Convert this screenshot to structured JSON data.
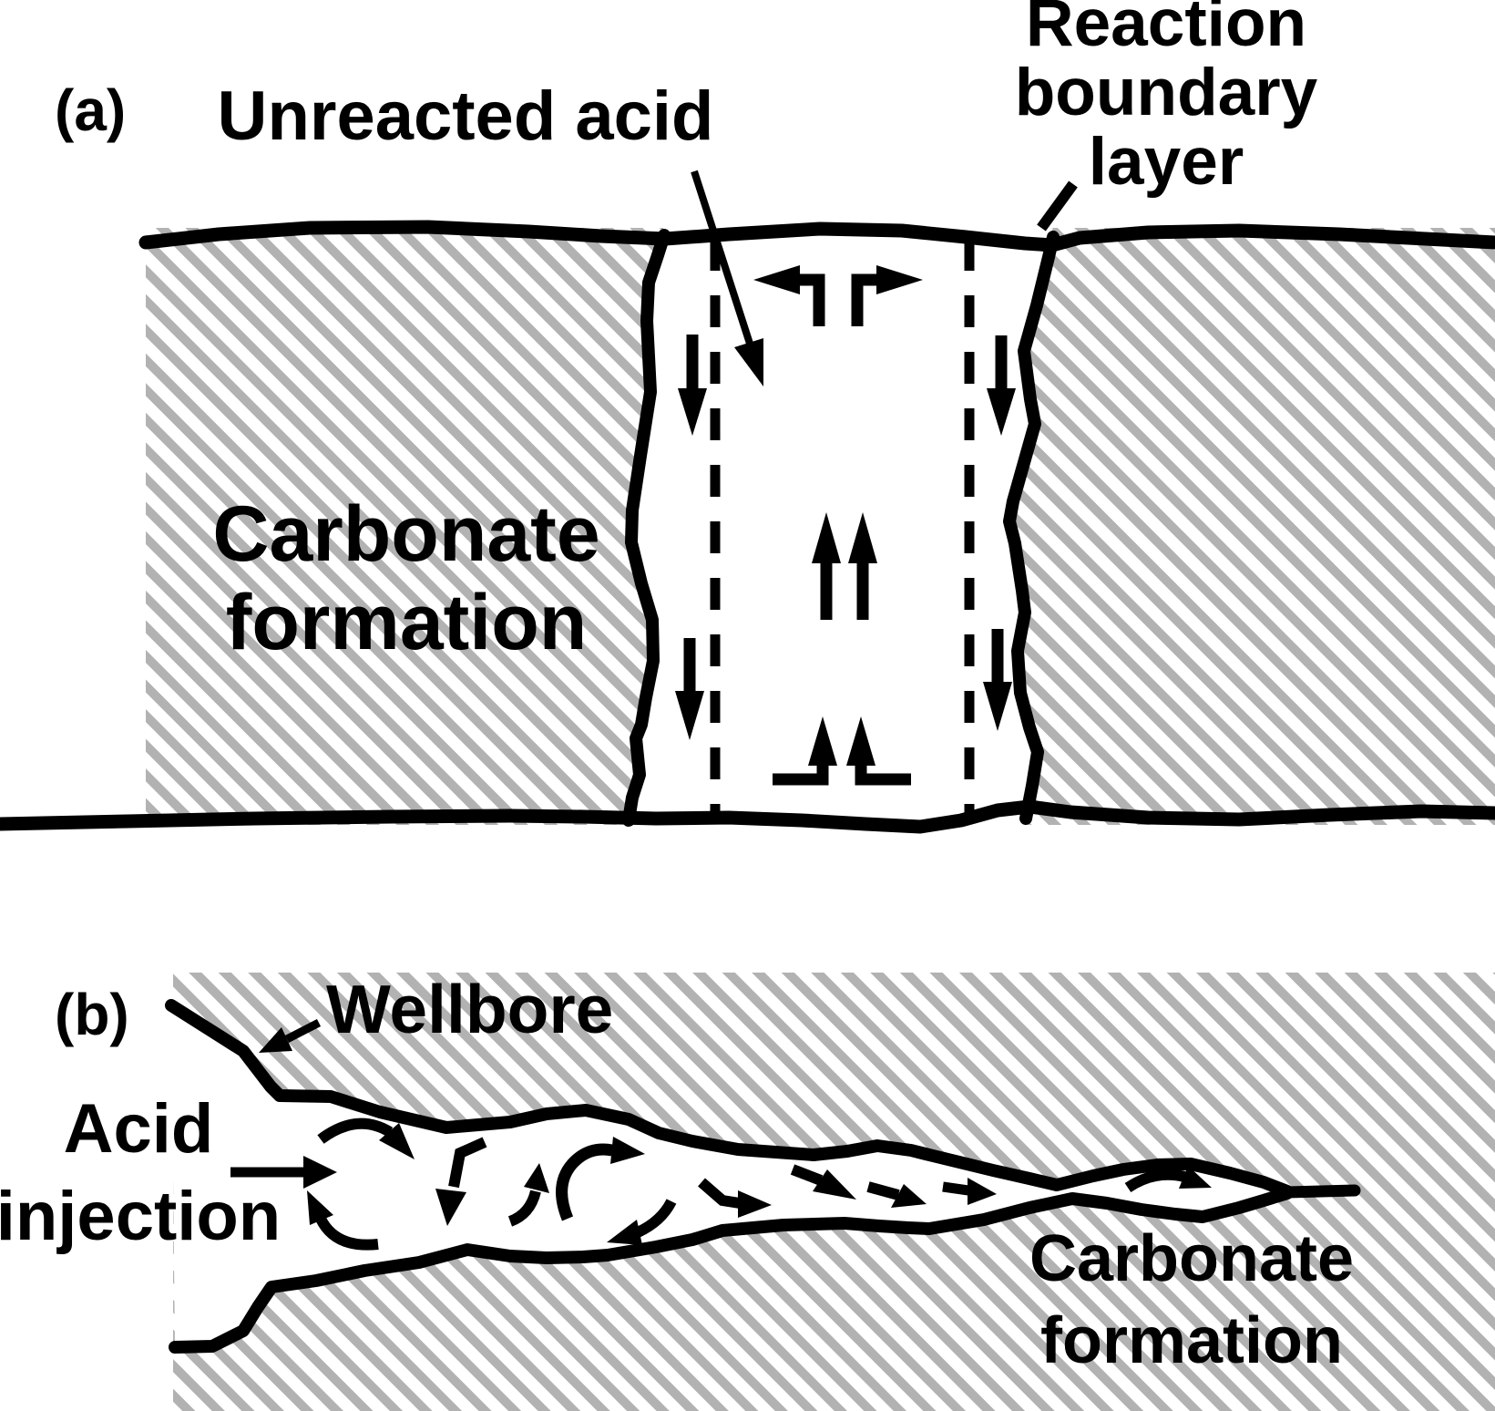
{
  "panel_a": {
    "label": "(a)",
    "unreacted_acid_label": "Unreacted acid",
    "reaction_boundary_label": "Reaction\nboundary\nlayer",
    "carbonate_label": "Carbonate\nformation"
  },
  "panel_b": {
    "label": "(b)",
    "wellbore_label": "Wellbore",
    "acid_injection_label": "Acid\ninjection",
    "carbonate_label": "Carbonate\nformation"
  },
  "colors": {
    "ink": "#000000",
    "hatch_gray": "#b2b2b2",
    "background": "#ffffff"
  }
}
